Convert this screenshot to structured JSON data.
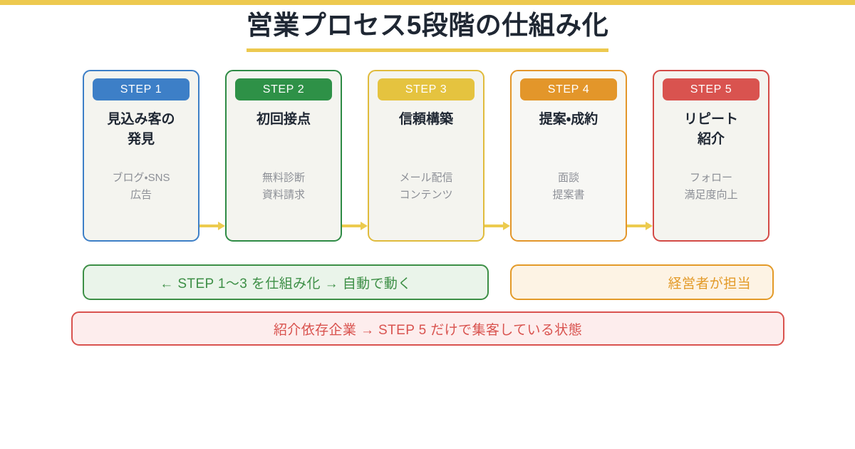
{
  "page": {
    "accent_bar_color": "#edc94f",
    "background_color": "#ffffff",
    "title": "営業プロセス5段階の仕組み化"
  },
  "steps": [
    {
      "badge": "STEP 1",
      "badge_color": "#3d7fc7",
      "border_color": "#3d7fc7",
      "title": "見込み客の\n発見",
      "desc": "ブログ・SNS\n広告"
    },
    {
      "badge": "STEP 2",
      "badge_color": "#2e9147",
      "border_color": "#2e8b45",
      "title": "初回接点",
      "desc": "無料診断\n資料請求"
    },
    {
      "badge": "STEP 3",
      "badge_color": "#e5c33f",
      "border_color": "#e0bb3c",
      "title": "信頼構築",
      "desc": "メール配信\nコンテンツ"
    },
    {
      "badge": "STEP 4",
      "badge_color": "#e3962a",
      "border_color": "#e3962a",
      "title": "提案・成約",
      "desc": "面談\n提案書"
    },
    {
      "badge": "STEP 5",
      "badge_color": "#d9534f",
      "border_color": "#d34a46",
      "title": "リピート\n紹介",
      "desc": "フォロー\n満足度向上"
    }
  ],
  "connectors": {
    "color": "#eccb4f",
    "direction": "right"
  },
  "banners": {
    "automation": "←  STEP 1〜3 を仕組み化  →  自動で動く",
    "owner": "経営者が担当",
    "warning": "紹介依存企業 → STEP 5 だけで集客している状態"
  }
}
